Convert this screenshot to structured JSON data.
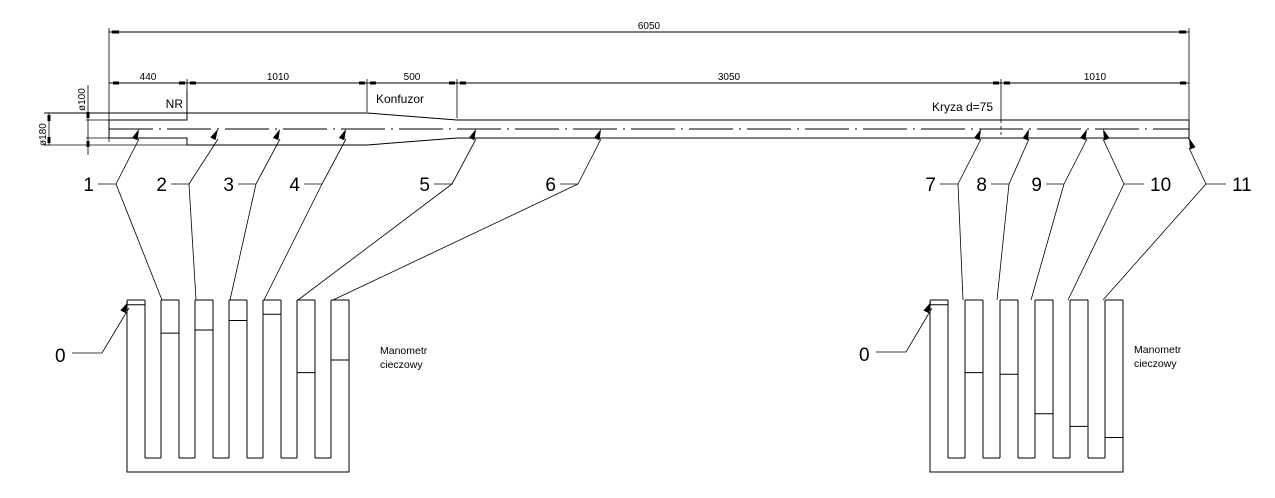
{
  "title": "Schemat stanowiska pomiarowego",
  "dimensions": {
    "total": "6050",
    "segments": [
      "440",
      "1010",
      "500",
      "3050",
      "1010"
    ],
    "diameter_outer": "ø180",
    "diameter_inner": "ø100"
  },
  "labels": {
    "nr": "NR",
    "konfuzor": "Konfuzor",
    "kryza": "Kryza d=75"
  },
  "taps": [
    "1",
    "2",
    "3",
    "4",
    "5",
    "6",
    "7",
    "8",
    "9",
    "10",
    "11"
  ],
  "manometers": [
    {
      "zero_label": "0",
      "title_line1": "Manometr",
      "title_line2": "cieczowy",
      "tube_levels": [
        0.03,
        0.21,
        0.19,
        0.13,
        0.09,
        0.46,
        0.38
      ]
    },
    {
      "zero_label": "0",
      "title_line1": "Manometr",
      "title_line2": "cieczowy",
      "tube_levels": [
        0.03,
        0.46,
        0.47,
        0.72,
        0.8,
        0.87
      ]
    }
  ],
  "colors": {
    "line": "#000000",
    "background": "#ffffff"
  }
}
